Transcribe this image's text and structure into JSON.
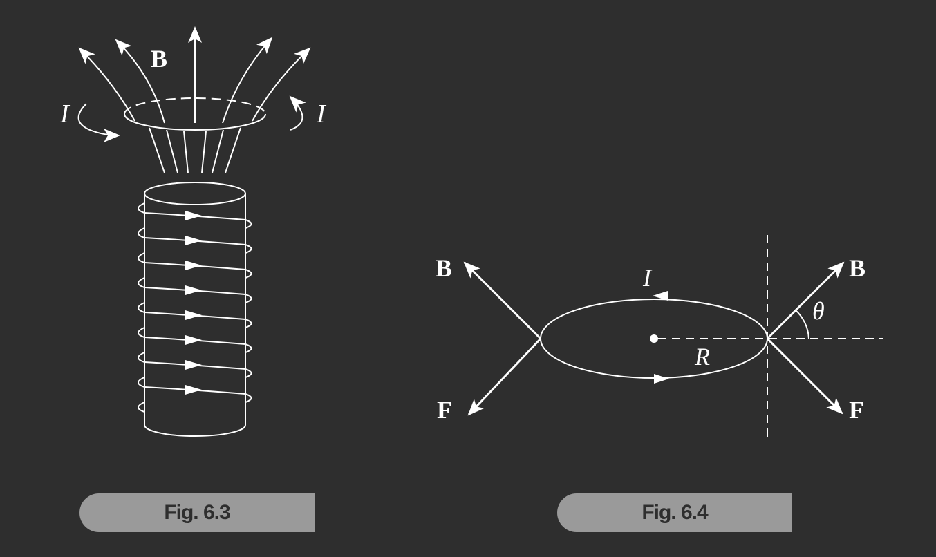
{
  "fig63": {
    "caption": "Fig. 6.3",
    "field_label": "B",
    "current_left": "I",
    "current_right": "I"
  },
  "fig64": {
    "caption": "Fig. 6.4",
    "current_label": "I",
    "radius_label": "R",
    "angle_label": "θ",
    "field_left": "B",
    "field_right": "B",
    "force_left": "F",
    "force_right": "F"
  },
  "colors": {
    "background": "#2e2e2e",
    "lines": "#ffffff",
    "caption_bg": "#9a9a9a",
    "caption_text": "#2e2e2e"
  }
}
